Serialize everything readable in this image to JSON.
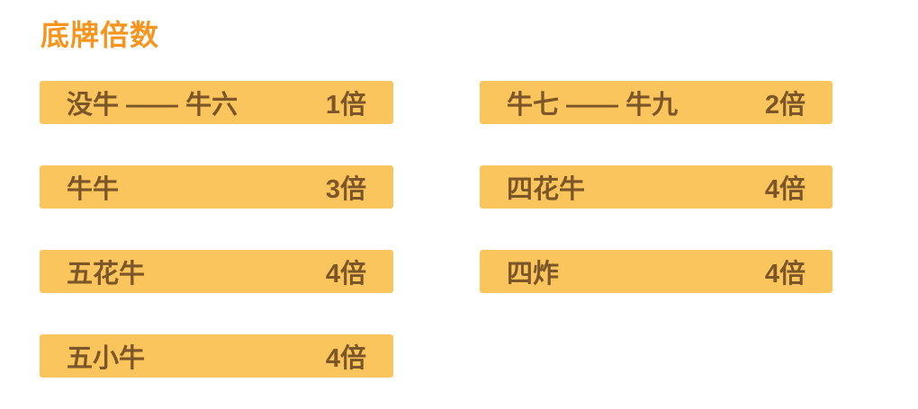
{
  "title": "底牌倍数",
  "colors": {
    "title_text": "#F7941E",
    "bar_bg": "#FAC55C",
    "bar_text": "#7C5528",
    "page_bg": "#FFFFFF"
  },
  "columns": [
    {
      "rows": [
        {
          "label": "没牛 —— 牛六",
          "multiplier": "1倍"
        },
        {
          "label": "牛牛",
          "multiplier": "3倍"
        },
        {
          "label": "五花牛",
          "multiplier": "4倍"
        },
        {
          "label": "五小牛",
          "multiplier": "4倍"
        }
      ]
    },
    {
      "rows": [
        {
          "label": "牛七 —— 牛九",
          "multiplier": "2倍"
        },
        {
          "label": "四花牛",
          "multiplier": "4倍"
        },
        {
          "label": "四炸",
          "multiplier": "4倍"
        }
      ]
    }
  ]
}
